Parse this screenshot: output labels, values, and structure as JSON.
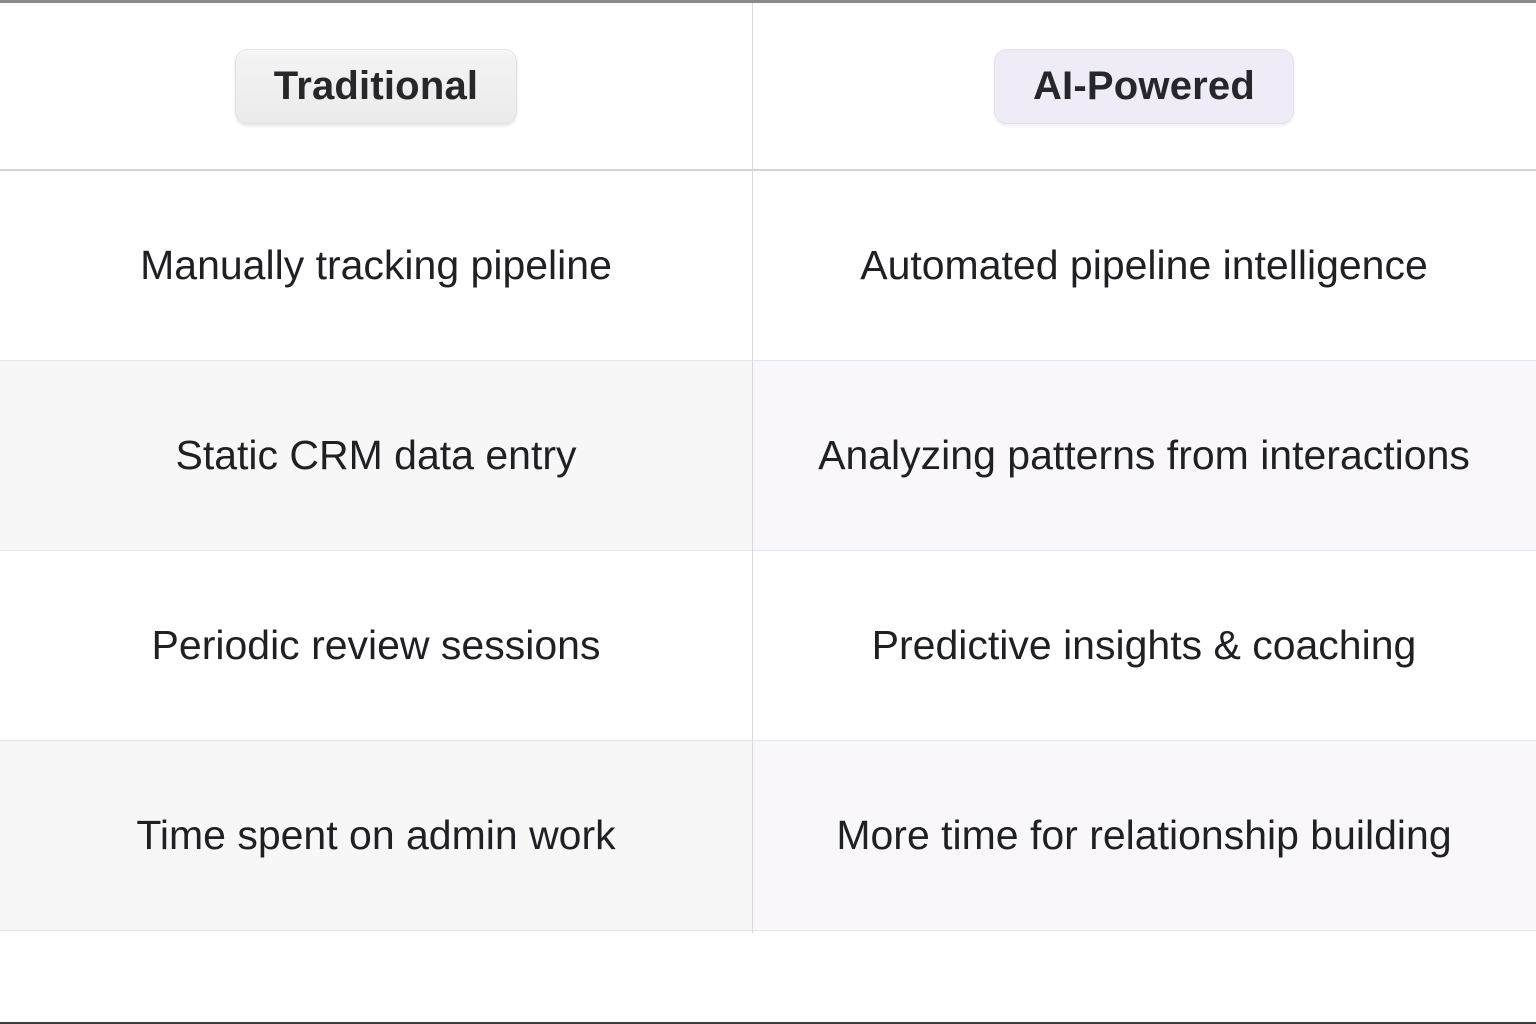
{
  "table": {
    "columns": [
      {
        "id": "traditional",
        "label": "Traditional",
        "badge_style": "neutral",
        "badge_bg": "#ebebec",
        "badge_text_color": "#26262b"
      },
      {
        "id": "ai_powered",
        "label": "AI-Powered",
        "badge_style": "accent",
        "badge_bg": "#efecf8",
        "badge_text_color": "#26262b"
      }
    ],
    "rows": [
      {
        "traditional": "Manually tracking pipeline",
        "ai_powered": "Automated pipeline intelligence"
      },
      {
        "traditional": "Static CRM data entry",
        "ai_powered": "Analyzing patterns from interactions"
      },
      {
        "traditional": "Periodic review sessions",
        "ai_powered": "Predictive insights & coaching"
      },
      {
        "traditional": "Time spent on admin work",
        "ai_powered": "More time for relationship building"
      }
    ],
    "empty_row": {
      "traditional": "",
      "ai_powered": ""
    }
  },
  "colors": {
    "row_tint_left": "#f7f7f8",
    "row_tint_right": "#f9f7fc",
    "row_plain": "#ffffff",
    "divider": "#d9d9dd",
    "header_rule": "#d4d4d8",
    "top_rule": "#8a8a8e",
    "bottom_rule": "#3c3c3c",
    "text": "#1f2023"
  }
}
